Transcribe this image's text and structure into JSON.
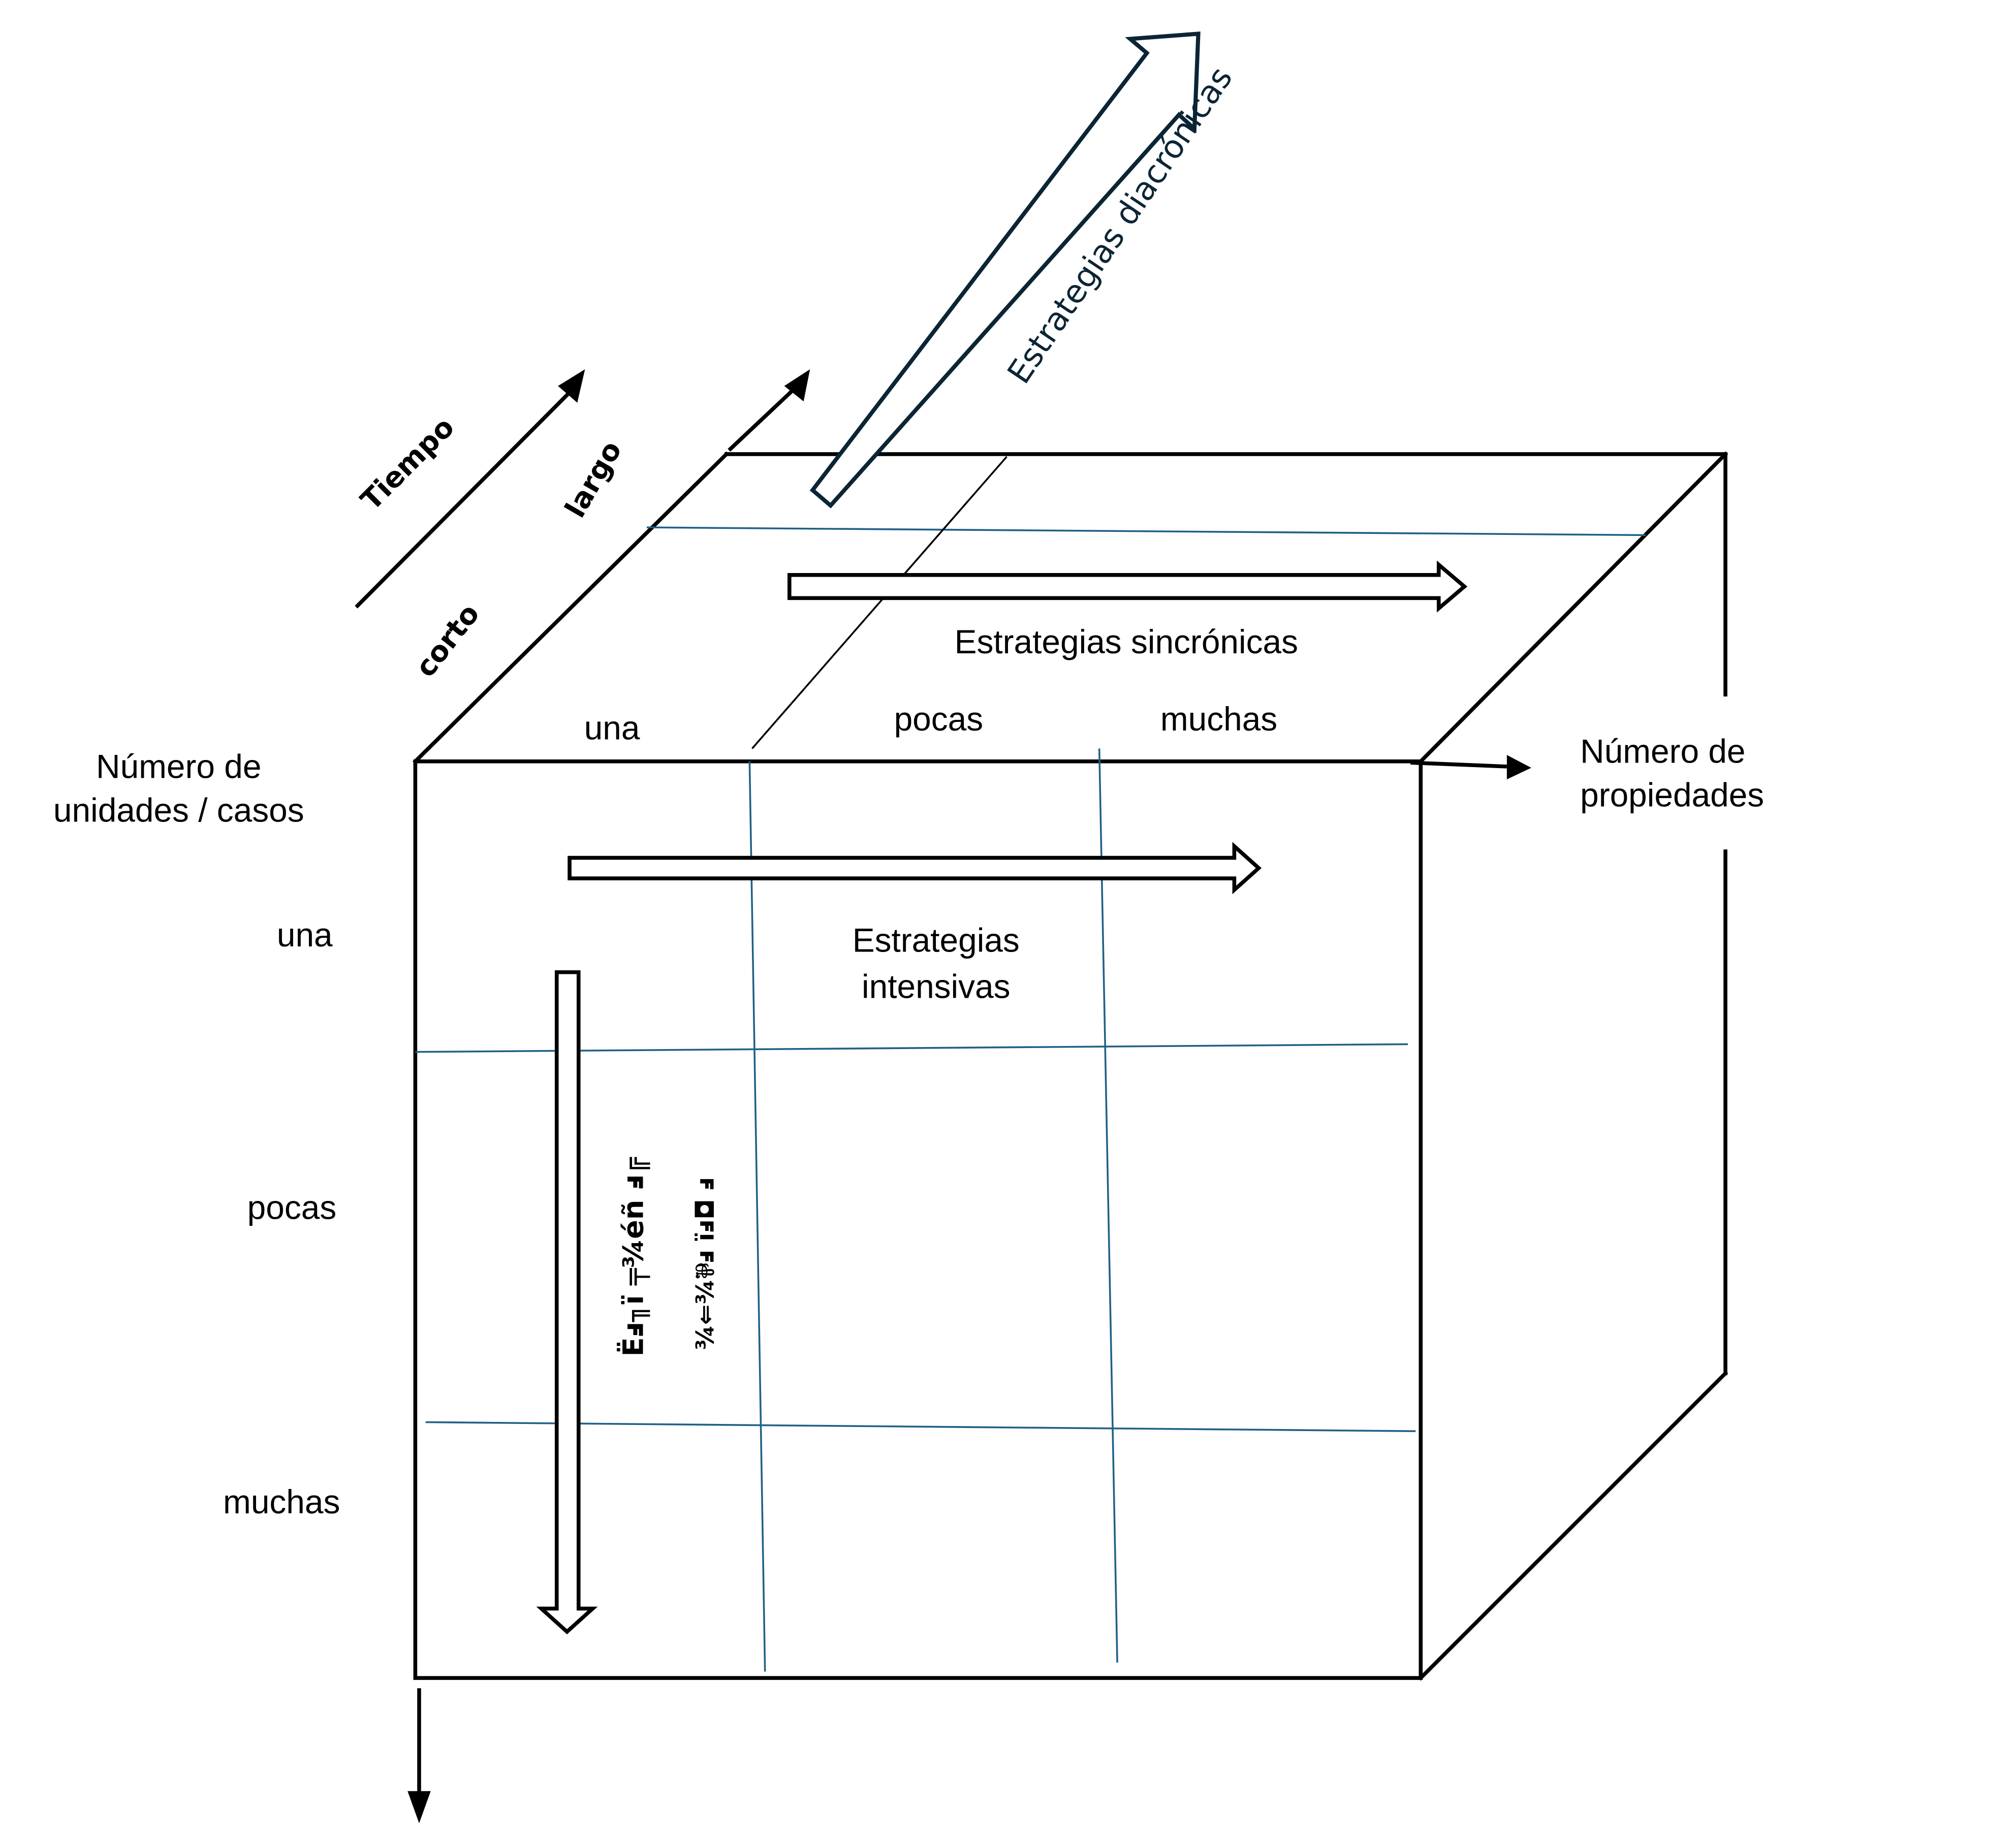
{
  "diagram": {
    "type": "3d-cube-typology",
    "colors": {
      "edges": "#000000",
      "grid_lines": "#1f6087",
      "diachronic_arrow": "#0b2535",
      "background": "#ffffff"
    },
    "time_axis": {
      "title": "Tiempo",
      "short_label": "corto",
      "long_label": "largo"
    },
    "diachronic": {
      "label": "Estrategias diacrónicas"
    },
    "synchronic": {
      "label": "Estrategias sincrónicas"
    },
    "intensive": {
      "label_line1": "Estrategias",
      "label_line2": "intensivas"
    },
    "extensive": {
      "label_line1": "Ëⅎ╖ï ╤¾éñ ⅎ╔",
      "label_line2": "¾⇐¾⅌ⅎ ïⅎ◘ ⅎ"
    },
    "properties_axis": {
      "label_line1": "Número de",
      "label_line2": "propiedades",
      "levels": [
        "una",
        "pocas",
        "muchas"
      ]
    },
    "units_axis": {
      "label_line1": "Número de",
      "label_line2": "unidades / casos",
      "levels": [
        "una",
        "pocas",
        "muchas"
      ]
    }
  }
}
